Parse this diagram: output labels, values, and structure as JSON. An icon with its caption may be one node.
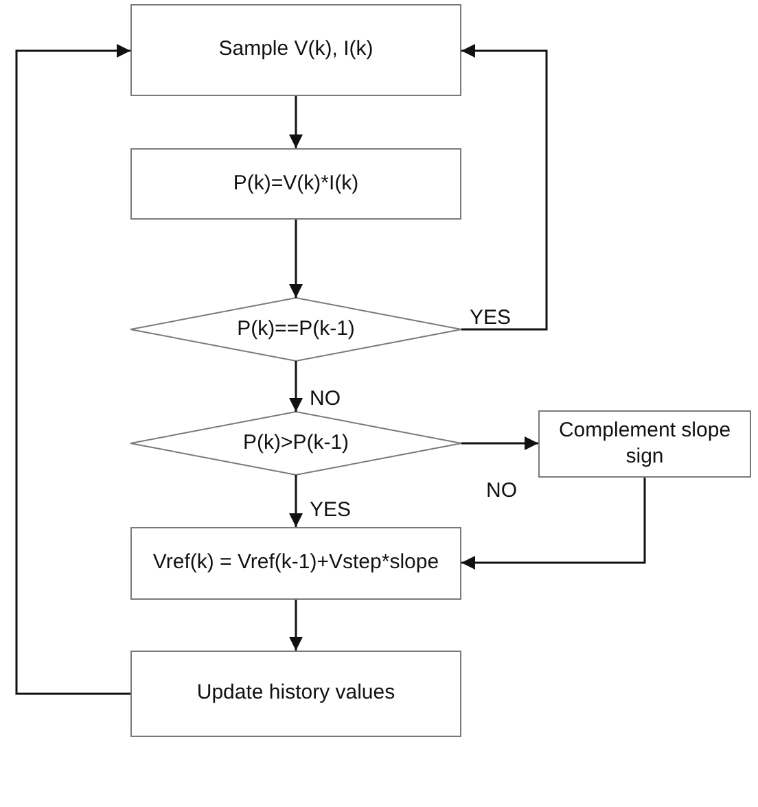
{
  "diagram": {
    "nodes": [
      {
        "text": [
          "Sample V(k), I(k)"
        ]
      },
      {
        "text": [
          "P(k)=V(k)*I(k)"
        ]
      },
      {
        "text": [
          "P(k)==P(k-1)"
        ]
      },
      {
        "text": [
          "P(k)>P(k-1)"
        ]
      },
      {
        "text": [
          "Complement slope sign"
        ]
      },
      {
        "text": [
          "Vref(k) = Vref(k-1)+Vstep*slope"
        ]
      },
      {
        "text": [
          "Update history values"
        ]
      }
    ],
    "edges": [
      {
        "from": 0,
        "to": 1,
        "arrow": "to"
      },
      {
        "from": 1,
        "to": 2,
        "arrow": "to"
      },
      {
        "from": 2,
        "to": 0,
        "arrow": "to",
        "label": "YES"
      },
      {
        "from": 2,
        "to": 3,
        "arrow": "to",
        "label": "NO"
      },
      {
        "from": 3,
        "to": 4,
        "arrow": "to",
        "label": "NO"
      },
      {
        "from": 3,
        "to": 5,
        "arrow": "to",
        "label": "YES"
      },
      {
        "from": 4,
        "to": 5,
        "arrow": "to"
      },
      {
        "from": 5,
        "to": 6,
        "arrow": "to"
      },
      {
        "from": 6,
        "to": 0,
        "arrow": "to"
      }
    ]
  }
}
